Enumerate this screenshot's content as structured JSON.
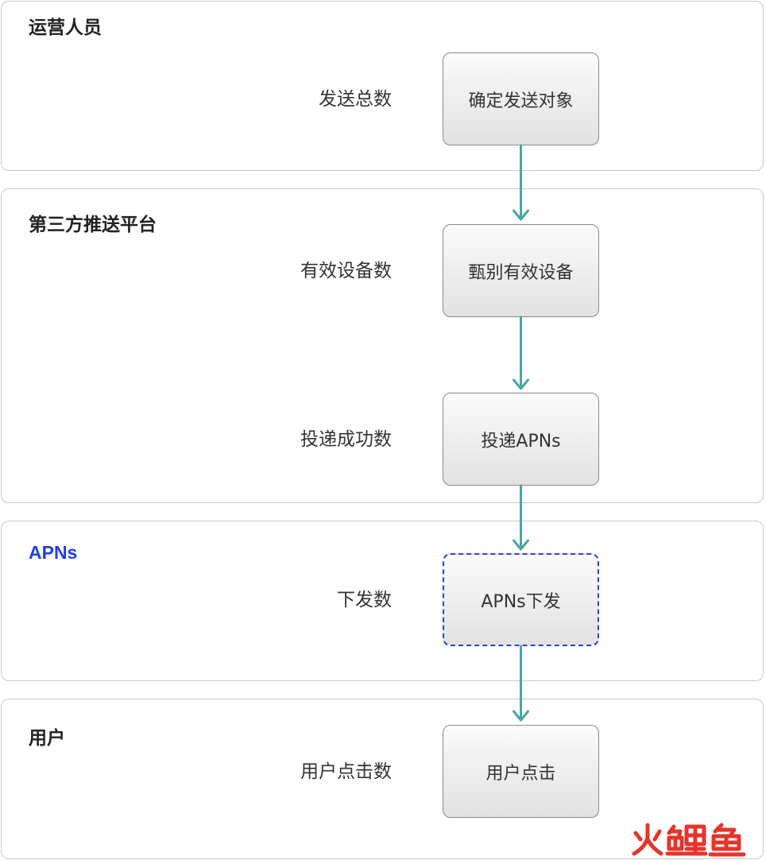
{
  "lanes": [
    {
      "title": "运营人员"
    },
    {
      "title": "第三方推送平台"
    },
    {
      "title": "APNs"
    },
    {
      "title": "用户"
    }
  ],
  "metrics": [
    "发送总数",
    "有效设备数",
    "投递成功数",
    "下发数",
    "用户点击数"
  ],
  "steps": [
    "确定发送对象",
    "甄别有效设备",
    "投递APNs",
    "APNs下发",
    "用户点击"
  ],
  "colors": {
    "arrow": "#4aa89a",
    "apns_title": "#1f3fe6",
    "dashed_border": "#2b3fd6",
    "watermark": "#e5352b"
  },
  "watermark": {
    "text": "火鲤鱼"
  }
}
